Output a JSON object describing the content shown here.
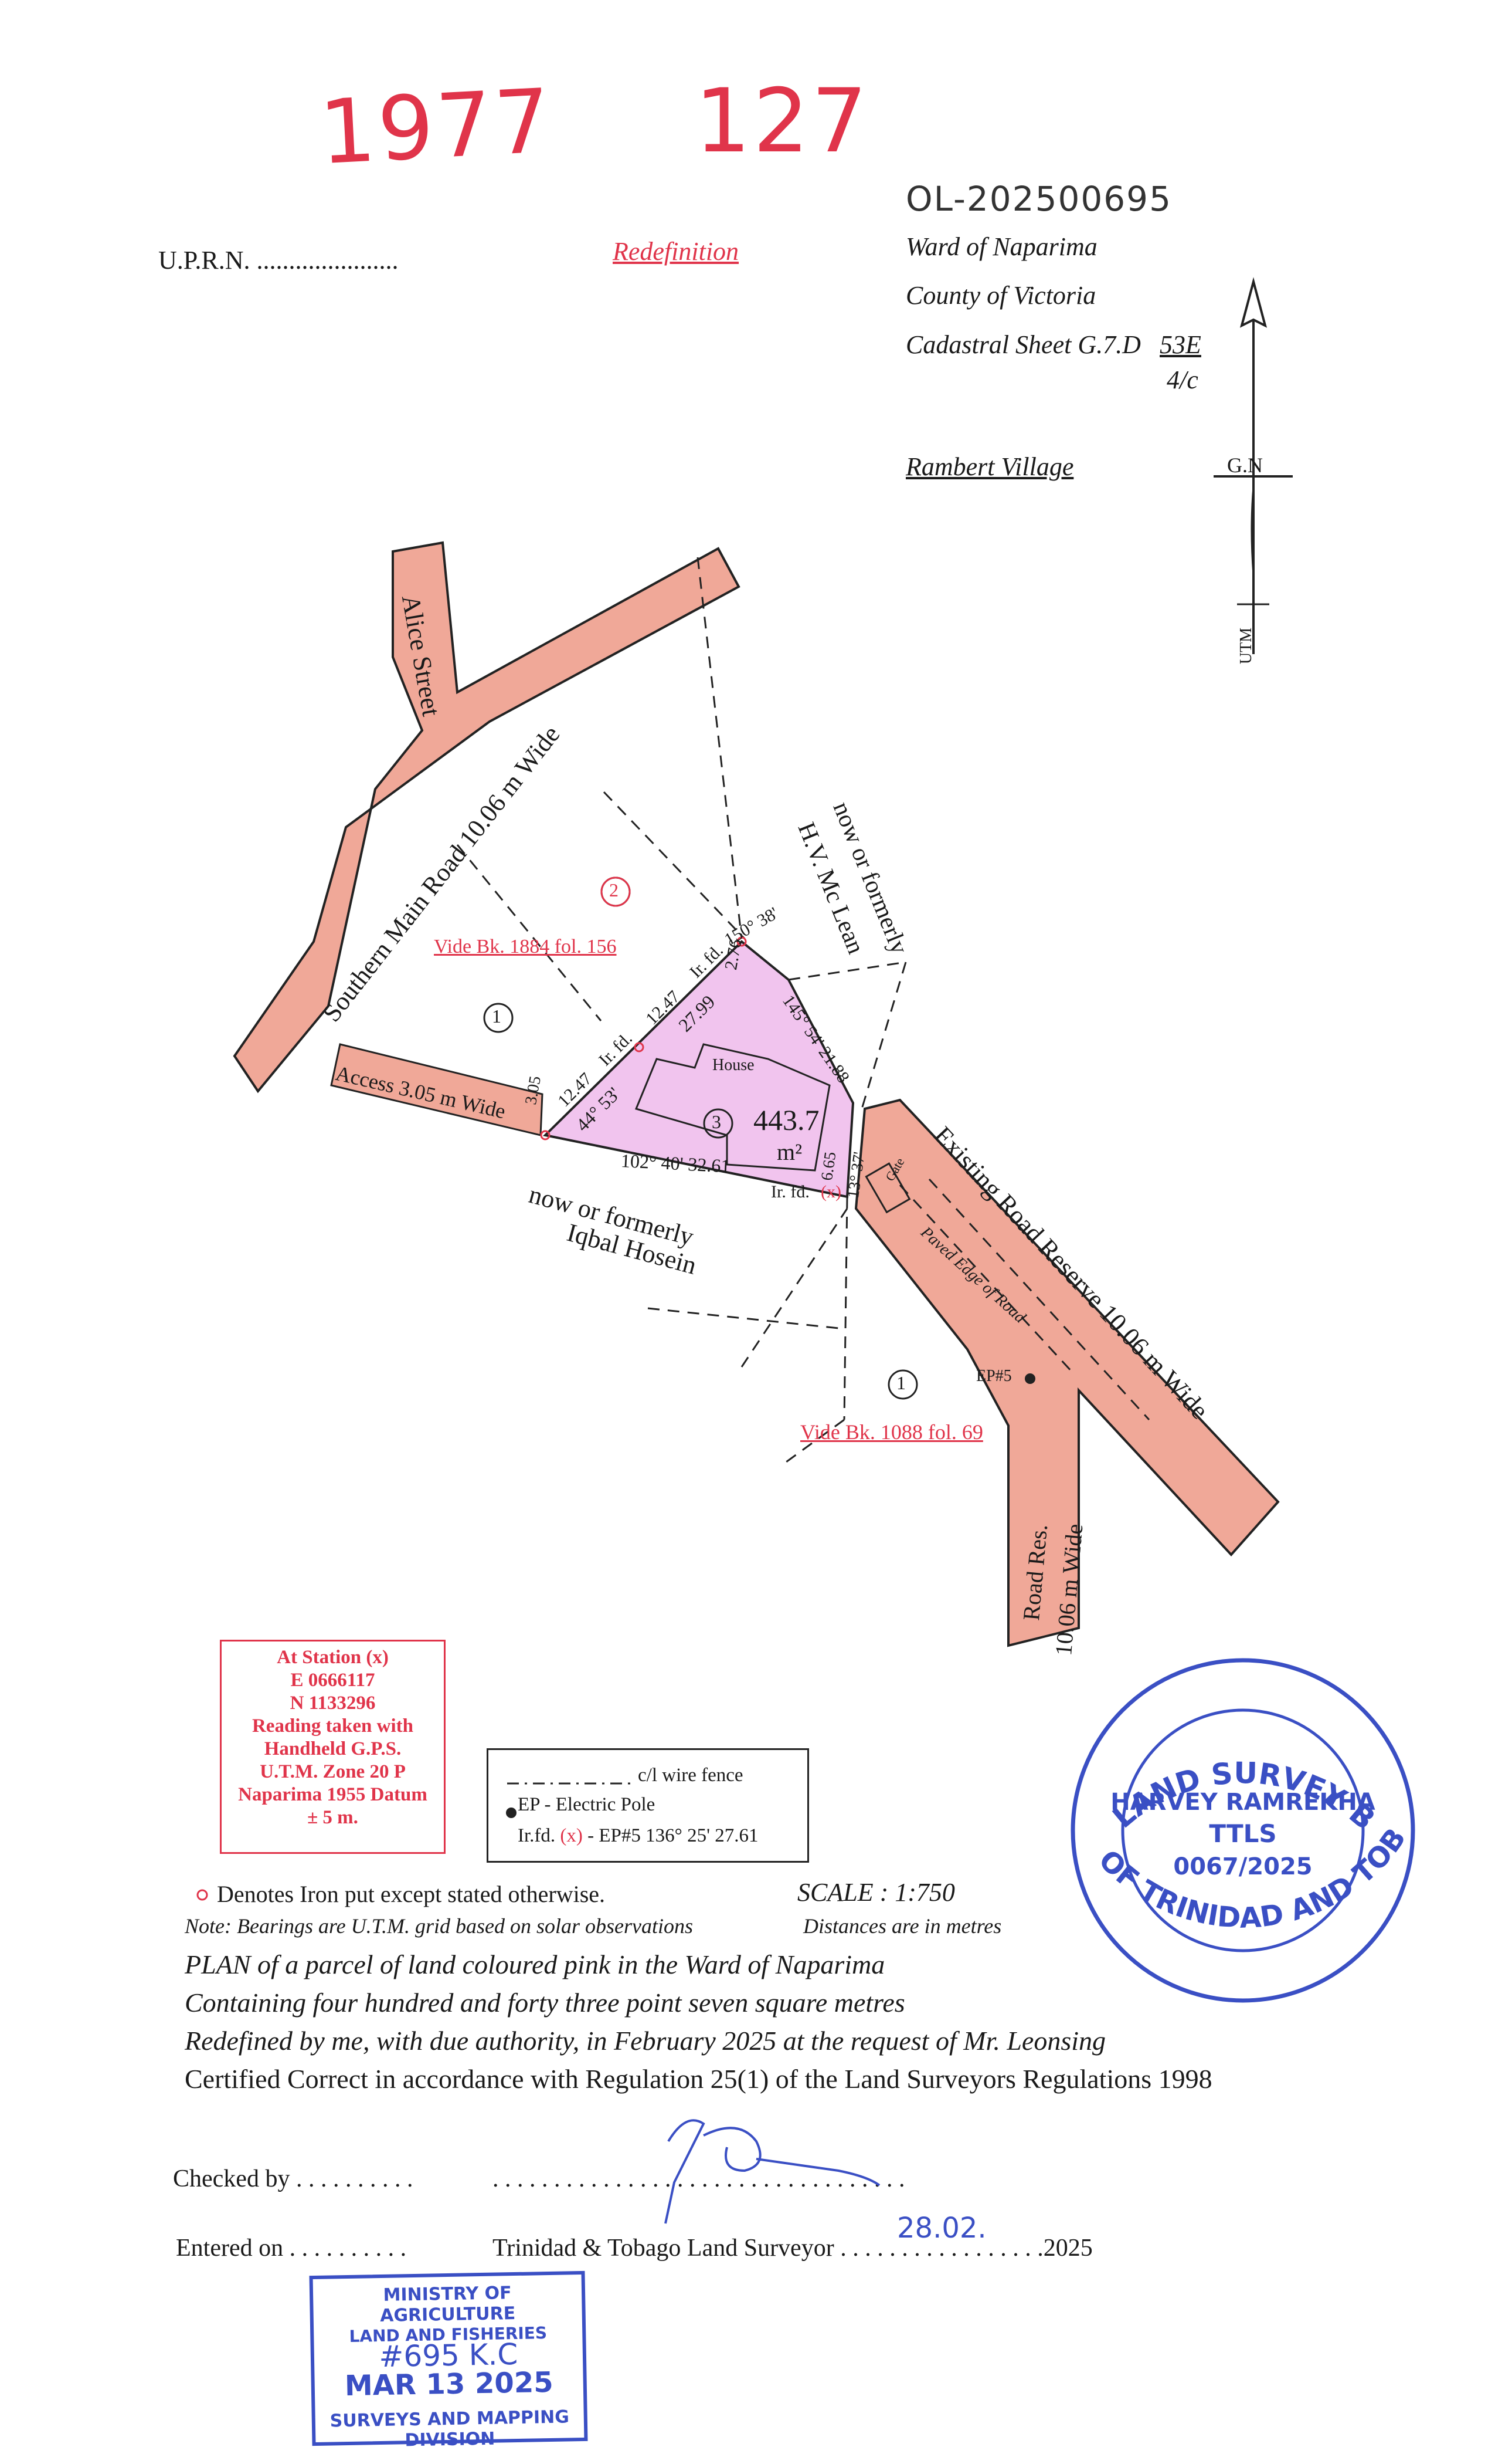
{
  "header": {
    "top_left_number": "1977",
    "top_right_number": "127",
    "reference": "OL-202500695",
    "uprn_label": "U.P.R.N. ......................",
    "redefinition": "Redefinition",
    "ward": "Ward of Naparima",
    "county": "County of Victoria",
    "cadastral_label": "Cadastral Sheet  G.7.D",
    "cadastral_num": "53E",
    "cadastral_sub": "4/c",
    "village": "Rambert Village"
  },
  "north_arrow": {
    "gn": "G.N",
    "utm": "UTM"
  },
  "plan": {
    "alice_street": "Alice Street",
    "southern_main_road": "Southern Main Road 10.06 m Wide",
    "access": "Access 3.05 m Wide",
    "existing_road": "Existing Road Reserve 10.06 m Wide",
    "road_res": "Road Res.",
    "road_res_width": "10.06 m Wide",
    "paved_edge": "Paved Edge of Road",
    "gate": "Gate",
    "now_formerly_1": "now or formerly",
    "hv_mclean": "H.V. Mc Lean",
    "now_formerly_2": "now or formerly",
    "iqbal": "Iqbal Hosein",
    "vide_1884": "Vide Bk. 1884 fol. 156",
    "vide_1088": "Vide Bk. 1088 fol. 69",
    "parcel_1a": "1",
    "parcel_1b": "1",
    "parcel_2": "2",
    "parcel_3": "3",
    "house": "House",
    "area": "443.7",
    "area_unit": "m²",
    "ep5": "EP#5",
    "d_305": "3.05",
    "d_1247a": "12.47",
    "d_1247b": "12.47",
    "irfd_1": "Ir. fd.",
    "irfd_2": "Ir. fd.",
    "irfd_3": "Ir. fd.",
    "bearing_44": "44°  53'",
    "d_2799": "27.99",
    "d_276": "2.76",
    "bearing_150": "150° 38'",
    "bearing_145": "145° 54' 21.88",
    "d_665": "6.65",
    "bearing_13": "13° 37'",
    "bearing_102": "102° 40' 32.61",
    "x_mark": "(x)"
  },
  "station": {
    "l1": "At Station (x)",
    "l2": "E 0666117",
    "l3": "N 1133296",
    "l4": "Reading taken with",
    "l5": "Handheld G.P.S.",
    "l6": "U.T.M. Zone 20 P",
    "l7": "Naparima 1955 Datum",
    "l8": "± 5 m."
  },
  "legend": {
    "fence": "c/l wire fence",
    "ep": "EP - Electric Pole",
    "irfd_a": "Ir.fd.",
    "irfd_x": "(x)",
    "irfd_b": "- EP#5  136° 25'  27.61"
  },
  "seal": {
    "top": "LAND SURVEY BOARD",
    "bottom": "OF TRINIDAD AND TOBAGO",
    "name": "HARVEY RAMREKHA",
    "ttls": "TTLS",
    "num": "0067/2025"
  },
  "notes": {
    "iron": "Denotes Iron put except stated otherwise.",
    "scale": "SCALE : 1:750",
    "bearings": "Note: Bearings are U.T.M. grid based on solar observations",
    "distances": "Distances are in metres",
    "plan1": "PLAN of a parcel of land coloured pink in the Ward of Naparima",
    "plan2": "Containing four hundred and forty three point seven square metres",
    "plan3": "Redefined by me, with due authority, in February 2025 at the request of Mr. Leonsing",
    "plan4": "Certified Correct in accordance with Regulation 25(1) of the Land Surveyors Regulations 1998"
  },
  "footer": {
    "checked": "Checked by . . . . . . . . . .",
    "dots": ". . . . . . . . . . . . . . . . . . . . . . . . . . . . . . . . . .",
    "entered": "Entered on  . . . . . . . . . .",
    "surveyor": "Trinidad & Tobago  Land Surveyor . . . . . . . . . . . . . . . . .2025",
    "date_hand": "28.02."
  },
  "ministry_stamp": {
    "l1": "MINISTRY OF AGRICULTURE",
    "l2": "LAND AND FISHERIES",
    "hand": "#695 K.C",
    "date": "MAR 13 2025",
    "l3": "SURVEYS AND MAPPING",
    "l4": "DIVISION"
  }
}
